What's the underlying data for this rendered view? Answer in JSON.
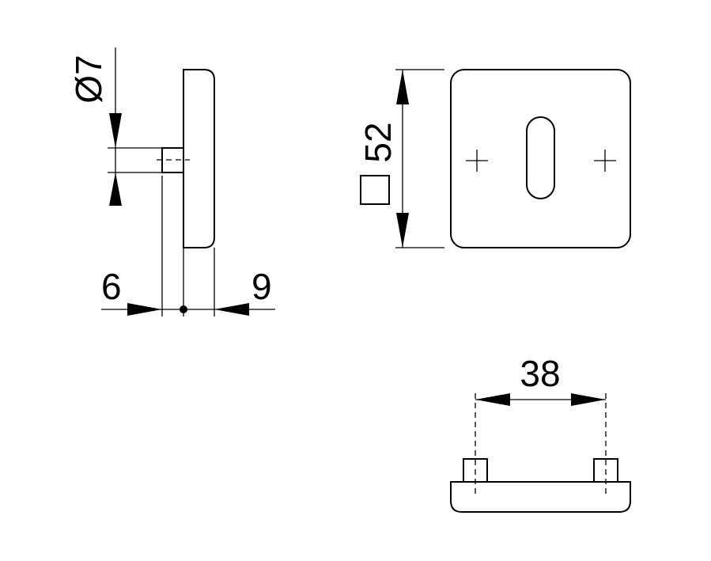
{
  "dimensions": {
    "pin_diameter": "Ø7",
    "plate_square": "52",
    "left_thickness": "6",
    "right_thickness": "9",
    "pin_spacing": "38"
  }
}
